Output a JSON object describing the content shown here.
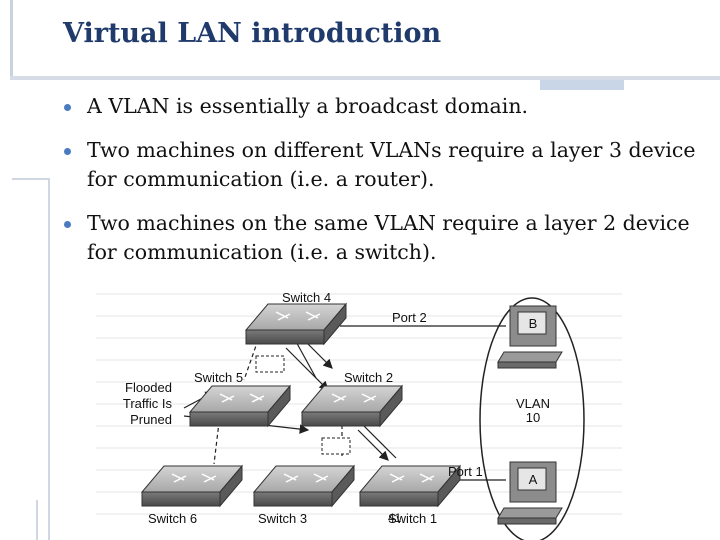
{
  "slide": {
    "title": "Virtual LAN introduction",
    "bullets": [
      "A VLAN is essentially a broadcast domain.",
      "Two machines on different VLANs require a layer 3 device for communication (i.e. a router).",
      "Two machines on the same VLAN require a layer 2 device for communication (i.e. a switch)."
    ],
    "page_number": "41"
  },
  "diagram": {
    "switches": [
      "Switch 4",
      "Switch 5",
      "Switch 2",
      "Switch 6",
      "Switch 3",
      "Switch 1"
    ],
    "ports": [
      "Port 2",
      "Port 1"
    ],
    "hosts": [
      "B",
      "A"
    ],
    "vlan_label_line1": "VLAN",
    "vlan_label_line2": "10",
    "pruned_label_lines": [
      "Flooded",
      "Traffic Is",
      "Pruned"
    ]
  }
}
